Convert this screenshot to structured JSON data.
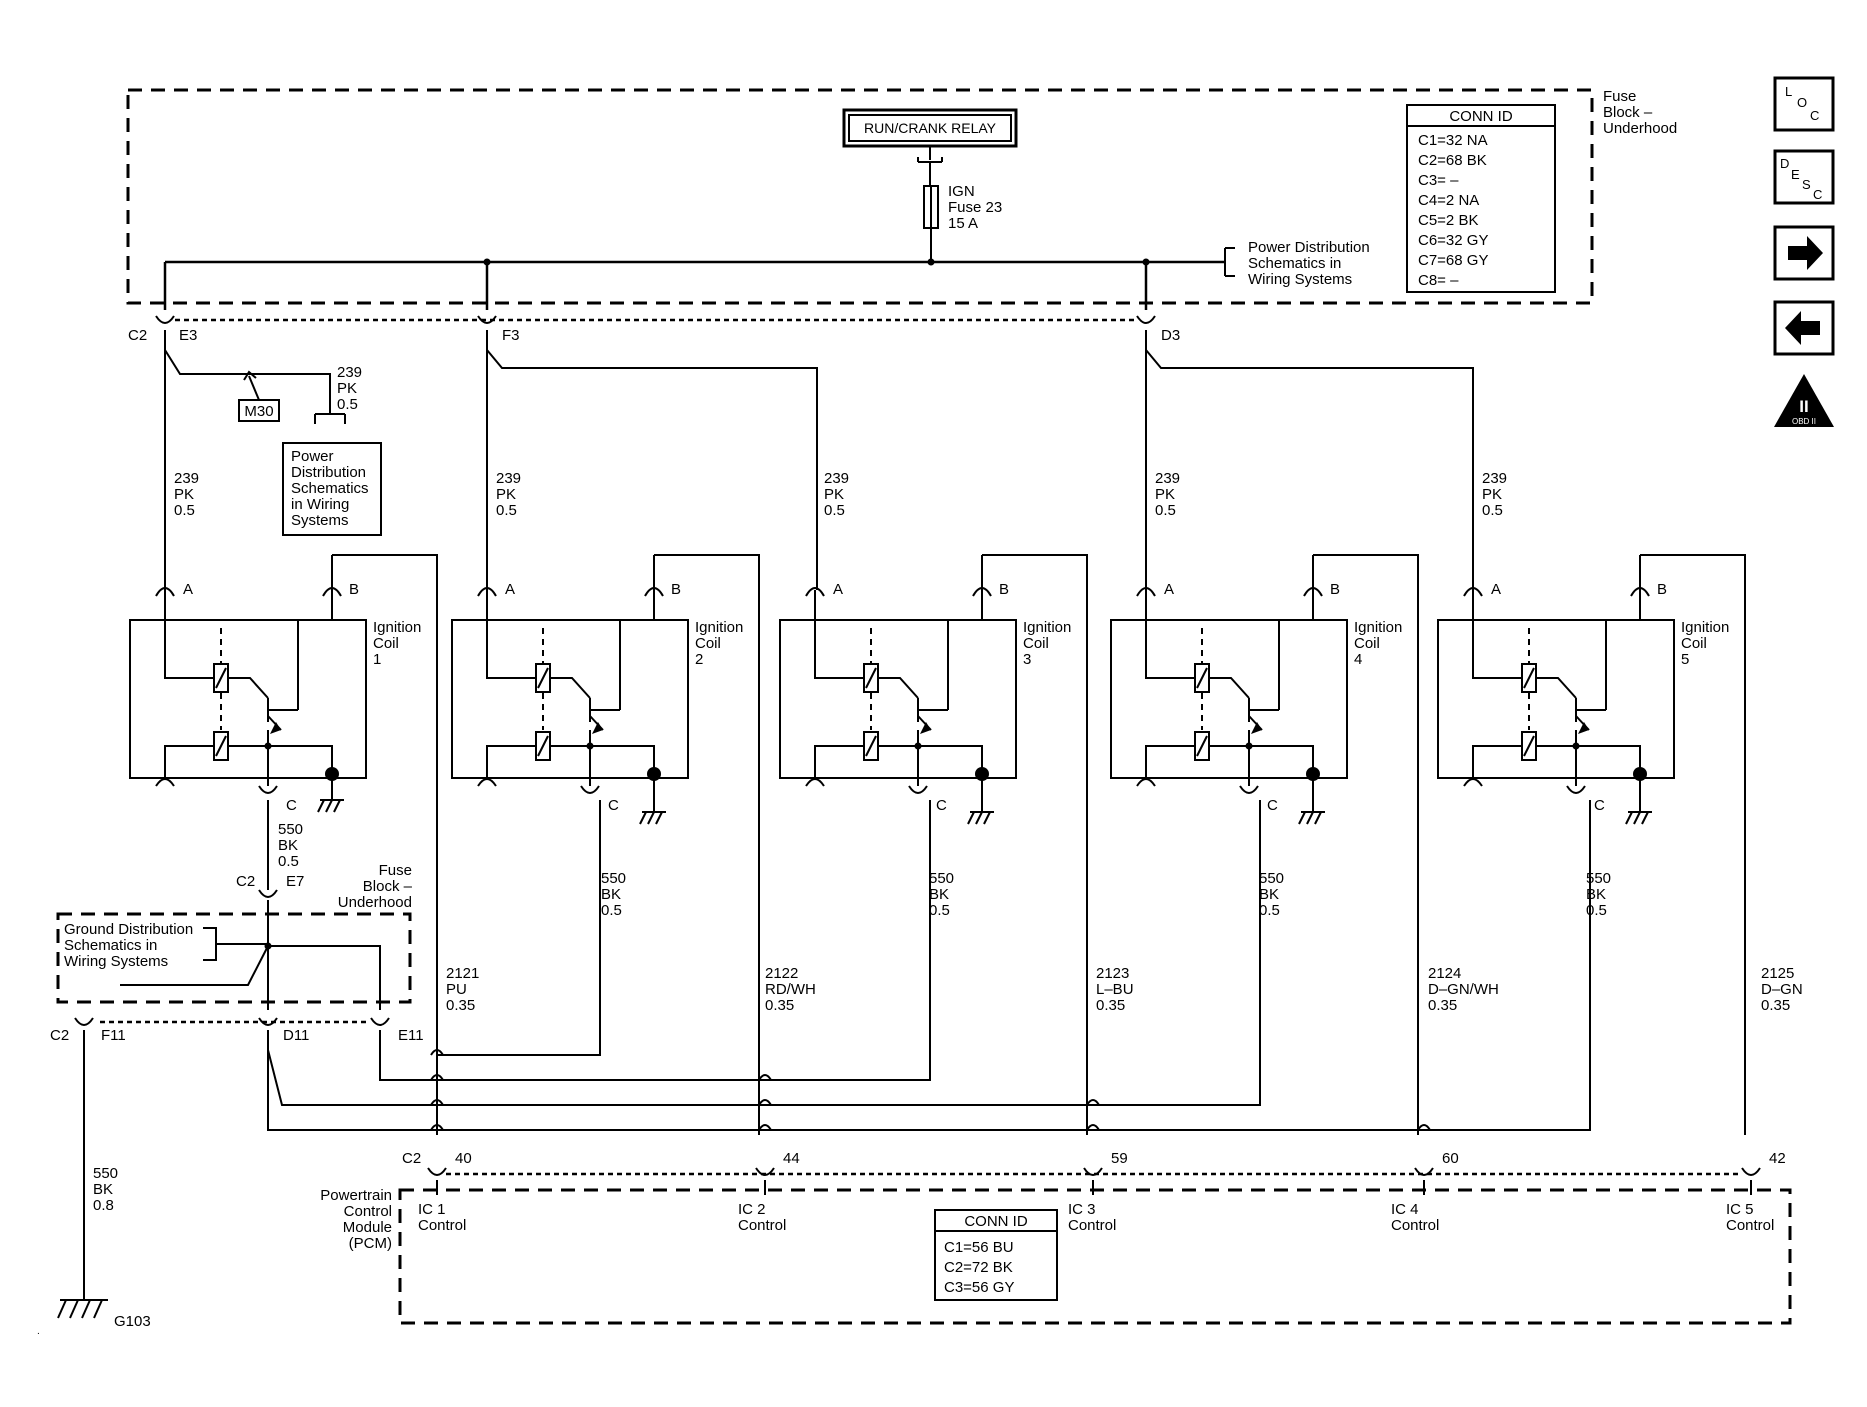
{
  "relay": {
    "label": "RUN/CRANK RELAY"
  },
  "fuse": {
    "line1": "IGN",
    "line2": "Fuse 23",
    "line3": "15 A"
  },
  "fuse_block_top": {
    "line1": "Fuse",
    "line2": "Block –",
    "line3": "Underhood"
  },
  "power_dist_right": {
    "line1": "Power Distribution",
    "line2": "Schematics in",
    "line3": "Wiring Systems"
  },
  "conn_id_top": {
    "title": "CONN ID",
    "rows": [
      "C1=32 NA",
      "C2=68 BK",
      "C3= –",
      "C4=2 NA",
      "C5=2 BK",
      "C6=32 GY",
      "C7=68 GY",
      "C8= –"
    ]
  },
  "nav": {
    "loc_icon": "loc-icon",
    "desc_icon": "desc-icon",
    "next_icon": "right-arrow-icon",
    "prev_icon": "left-arrow-icon",
    "obd_label": "OBD II",
    "obd_roman": "II"
  },
  "connectors_top": {
    "c2": "C2",
    "e3": "E3",
    "f3": "F3",
    "d3": "D3"
  },
  "m30": {
    "label": "M30"
  },
  "pd_wire": {
    "circuit": "239",
    "color": "PK",
    "size": "0.5"
  },
  "power_dist_box": {
    "line1": "Power",
    "line2": "Distribution",
    "line3": "Schematics",
    "line4": "in Wiring",
    "line5": "Systems"
  },
  "feed_wire": {
    "circuit": "239",
    "color": "PK",
    "size": "0.5"
  },
  "coils": [
    {
      "line1": "Ignition",
      "line2": "Coil",
      "num": "1"
    },
    {
      "line1": "Ignition",
      "line2": "Coil",
      "num": "2"
    },
    {
      "line1": "Ignition",
      "line2": "Coil",
      "num": "3"
    },
    {
      "line1": "Ignition",
      "line2": "Coil",
      "num": "4"
    },
    {
      "line1": "Ignition",
      "line2": "Coil",
      "num": "5"
    }
  ],
  "pins": {
    "a": "A",
    "b": "B",
    "c": "C"
  },
  "ground_wire": {
    "circuit": "550",
    "color": "BK",
    "size": "0.5"
  },
  "c2_e7": {
    "c2": "C2",
    "e7": "E7"
  },
  "fuse_block_mid": {
    "line1": "Fuse",
    "line2": "Block –",
    "line3": "Underhood"
  },
  "ground_dist": {
    "line1": "Ground Distribution",
    "line2": "Schematics in",
    "line3": "Wiring Systems"
  },
  "bottom_conn": {
    "c2": "C2",
    "f11": "F11",
    "d11": "D11",
    "e11": "E11"
  },
  "control_wires": [
    {
      "circuit": "2121",
      "color": "PU",
      "size": "0.35"
    },
    {
      "circuit": "2122",
      "color": "RD/WH",
      "size": "0.35"
    },
    {
      "circuit": "2123",
      "color": "L–BU",
      "size": "0.35"
    },
    {
      "circuit": "2124",
      "color": "D–GN/WH",
      "size": "0.35"
    },
    {
      "circuit": "2125",
      "color": "D–GN",
      "size": "0.35"
    }
  ],
  "g103_wire": {
    "circuit": "550",
    "color": "BK",
    "size": "0.8"
  },
  "g103": {
    "label": "G103"
  },
  "pcm_pins": {
    "c2": "C2",
    "pins": [
      "40",
      "44",
      "59",
      "60",
      "42"
    ]
  },
  "pcm": {
    "line1": "Powertrain",
    "line2": "Control",
    "line3": "Module",
    "line4": "(PCM)"
  },
  "ic_labels": [
    {
      "line1": "IC 1",
      "line2": "Control"
    },
    {
      "line1": "IC 2",
      "line2": "Control"
    },
    {
      "line1": "IC 3",
      "line2": "Control"
    },
    {
      "line1": "IC 4",
      "line2": "Control"
    },
    {
      "line1": "IC 5",
      "line2": "Control"
    }
  ],
  "conn_id_pcm": {
    "title": "CONN ID",
    "rows": [
      "C1=56 BU",
      "C2=72 BK",
      "C3=56 GY"
    ]
  }
}
